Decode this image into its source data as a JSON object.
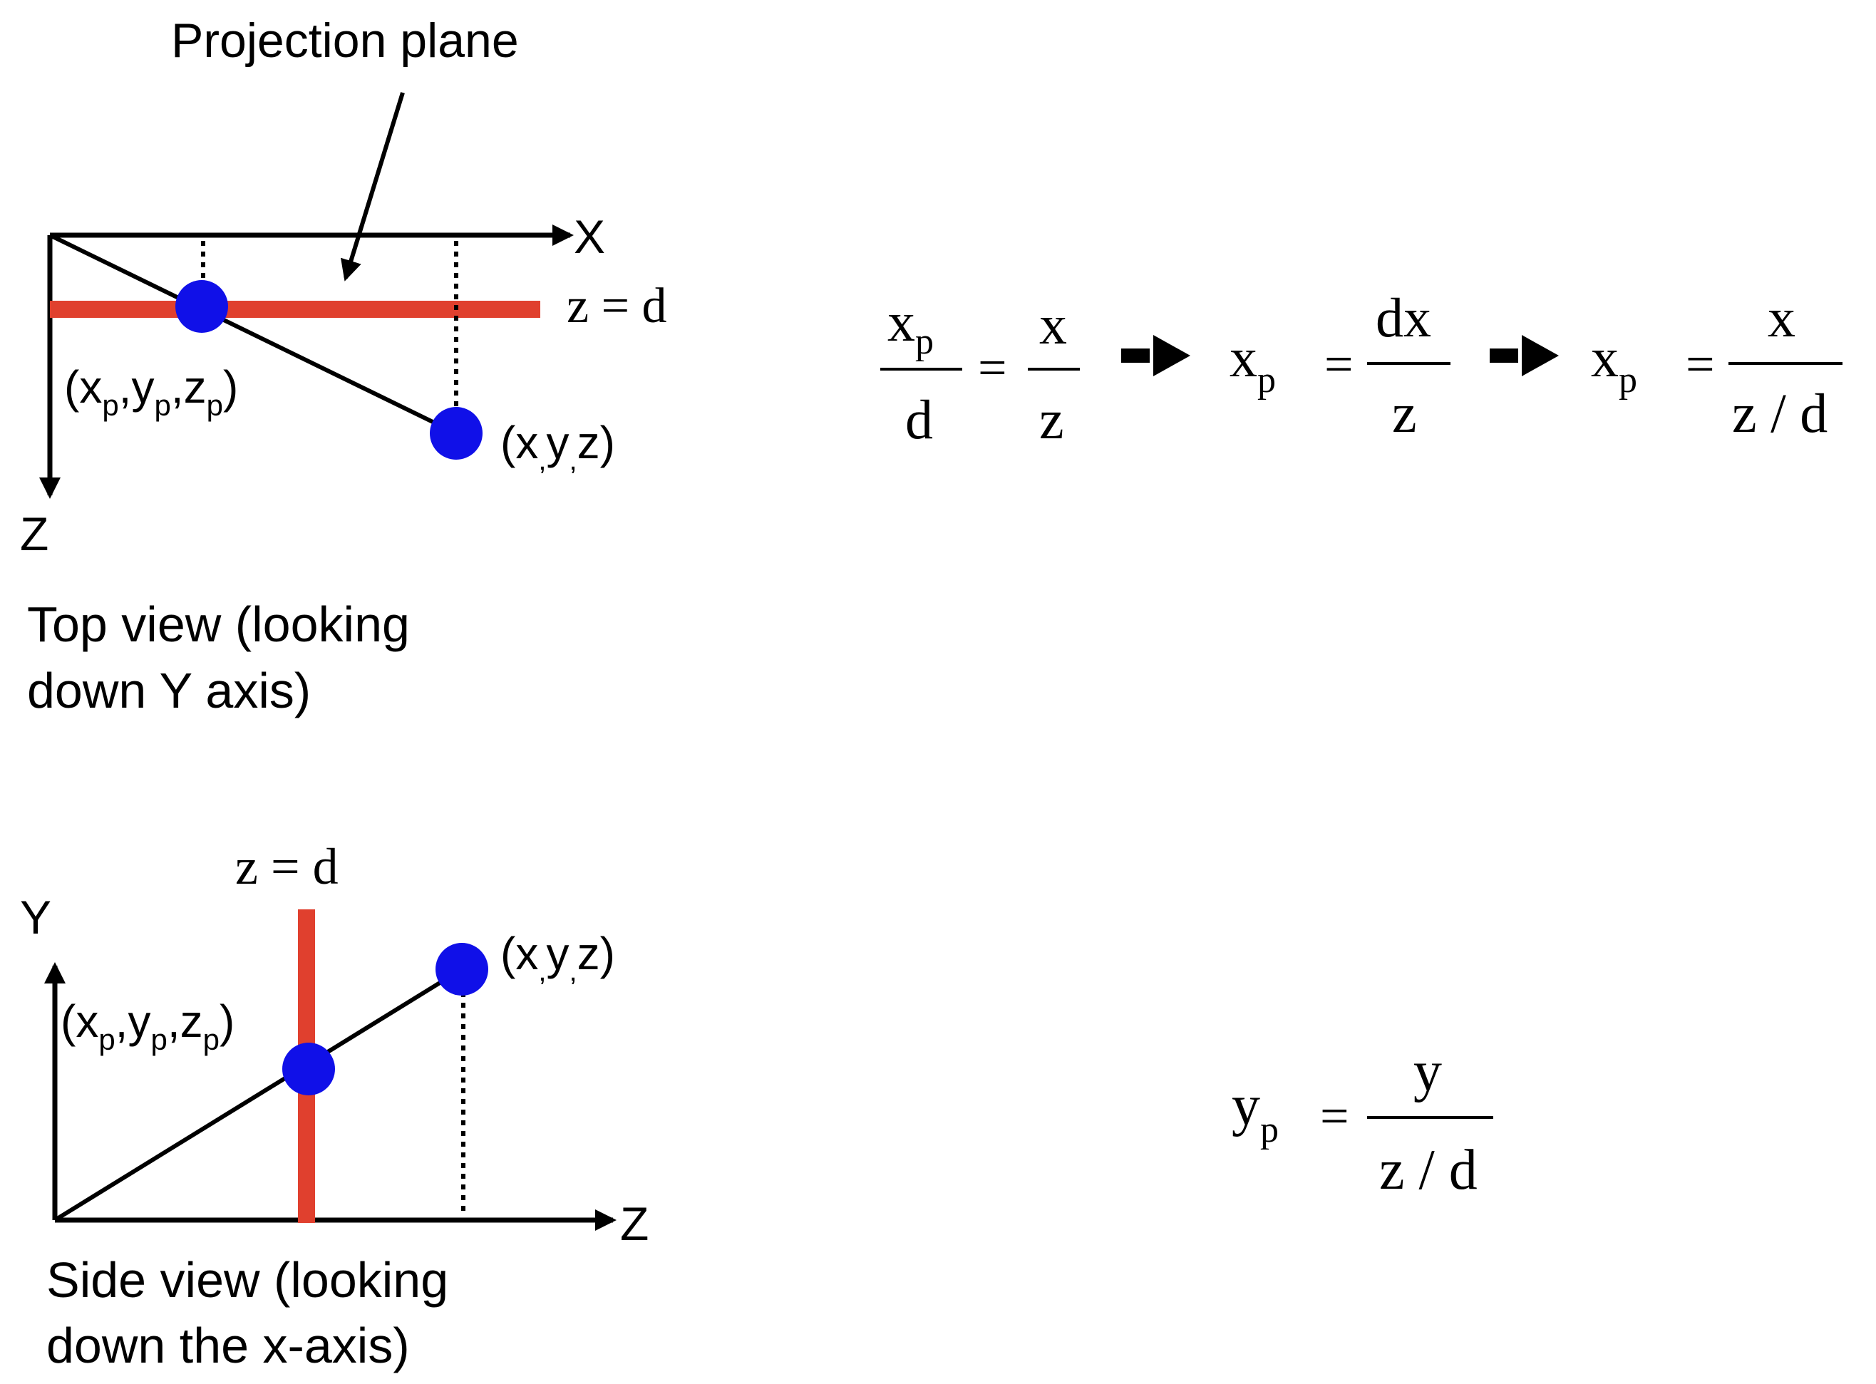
{
  "colors": {
    "plane": "#e0402e",
    "point": "#1010e8",
    "ink": "#000000",
    "background": "#ffffff"
  },
  "top_view": {
    "title": "Projection plane",
    "axis_x": "X",
    "axis_z": "Z",
    "plane_label": "z = d",
    "projected_point_label": {
      "open": "(x",
      "s1": "p",
      "m1": ",y",
      "s2": "p",
      "m2": ",z",
      "s3": "p",
      "close": ")"
    },
    "point_label": {
      "a": "(x",
      "c1": ",",
      "b": "y",
      "c2": ",",
      "c": "z)"
    },
    "caption_line1": "Top view (looking",
    "caption_line2": "down Y axis)"
  },
  "side_view": {
    "axis_y": "Y",
    "axis_z": "Z",
    "plane_label": "z = d",
    "projected_point_label": {
      "open": "(x",
      "s1": "p",
      "m1": ",y",
      "s2": "p",
      "m2": ",z",
      "s3": "p",
      "close": ")"
    },
    "point_label": {
      "a": "(x",
      "c1": ",",
      "b": "y",
      "c2": ",",
      "c": "z)"
    },
    "caption_line1": "Side view (looking",
    "caption_line2": "down the x-axis)"
  },
  "equations": {
    "eq1": {
      "lhs_num_base": "x",
      "lhs_num_sub": "p",
      "lhs_den": "d",
      "equals": "=",
      "rhs_num": "x",
      "rhs_den": "z"
    },
    "eq2": {
      "lhs_base": "x",
      "lhs_sub": "p",
      "equals": "=",
      "rhs_num": "dx",
      "rhs_den": "z"
    },
    "eq3": {
      "lhs_base": "x",
      "lhs_sub": "p",
      "equals": "=",
      "rhs_num": "x",
      "rhs_den": "z / d"
    },
    "eq4": {
      "lhs_base": "y",
      "lhs_sub": "p",
      "equals": "=",
      "rhs_num": "y",
      "rhs_den": "z / d"
    }
  }
}
